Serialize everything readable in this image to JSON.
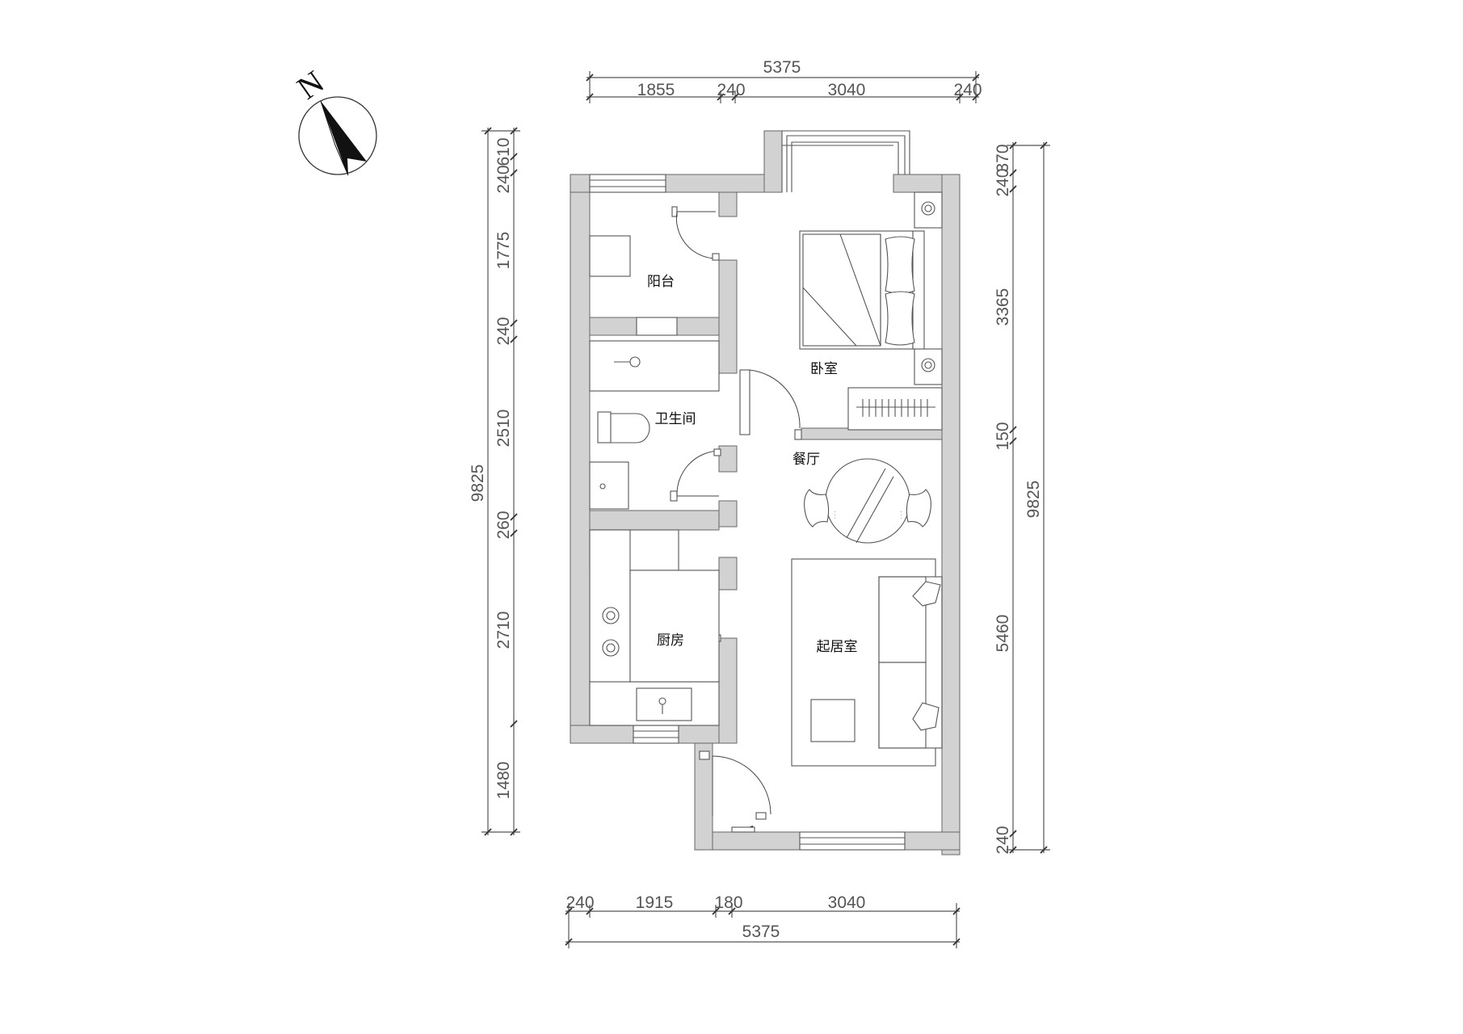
{
  "compass": {
    "label": "N"
  },
  "dimensions": {
    "top_total": "5375",
    "top_segments": [
      "1855",
      "240",
      "3040",
      "240"
    ],
    "bottom_total": "5375",
    "bottom_segments": [
      "240",
      "1915",
      "180",
      "3040"
    ],
    "left_total": "9825",
    "left_segments": [
      "240",
      "610",
      "1775",
      "240",
      "2510",
      "260",
      "2710",
      "1480"
    ],
    "right_total": "9825",
    "right_segments": [
      "240",
      "370",
      "3365",
      "150",
      "5460",
      "240"
    ]
  },
  "rooms": {
    "balcony": "阳台",
    "bathroom": "卫生间",
    "bedroom": "卧室",
    "dining": "餐厅",
    "kitchen": "厨房",
    "living": "起居室"
  }
}
